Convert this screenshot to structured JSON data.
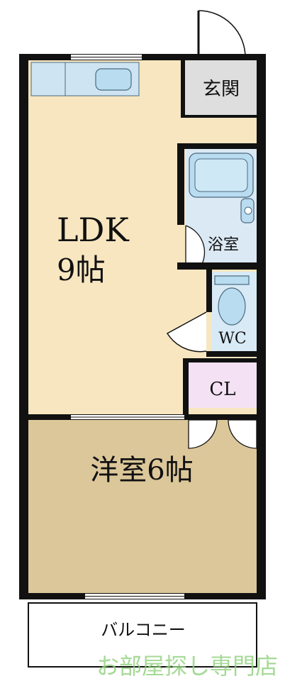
{
  "rooms": {
    "genkan": "玄関",
    "ldk_line1": "LDK",
    "ldk_line2": "9帖",
    "bath": "浴室",
    "wc": "WC",
    "closet": "CL",
    "western": "洋室6帖",
    "balcony": "バルコニー"
  },
  "watermark": "お部屋探し専門店",
  "colors": {
    "ldk_floor": "#f7e6c0",
    "western_floor": "#dcc79a",
    "genkan_floor": "#dedede",
    "wet_area": "#cfe4f2",
    "fixture": "#b9dcf0",
    "closet_floor": "#f4e2f4",
    "wall": "#111111",
    "watermark": "#8fd17a"
  }
}
